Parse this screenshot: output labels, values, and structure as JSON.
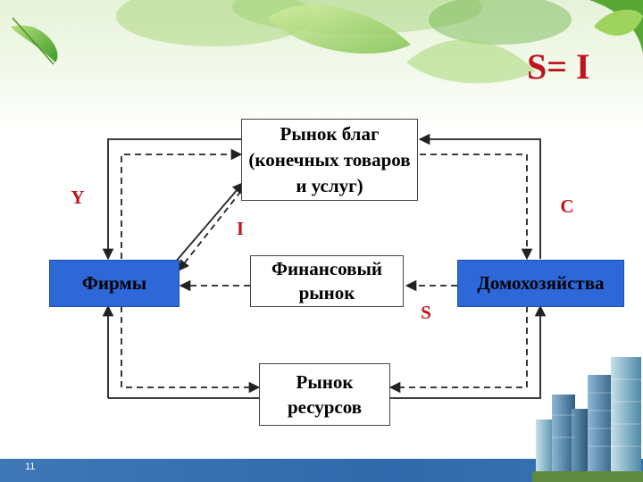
{
  "slide": {
    "formula": "S= I",
    "page_number": "11"
  },
  "diagram": {
    "nodes": {
      "goods_market": "Рынок благ (конечных товаров и услуг)",
      "firms": "Фирмы",
      "financial_market": "Финансовый рынок",
      "households": "Домохозяйства",
      "resource_market": "Рынок ресурсов"
    },
    "labels": {
      "y": "Y",
      "c": "C",
      "i": "I",
      "s": "S"
    }
  },
  "colors": {
    "accent_red": "#c0131d",
    "box_blue": "#2d67d8",
    "bar_blue": "#2f6aac",
    "line": "#222222"
  },
  "icons": [
    "leaf-decoration",
    "city-buildings-decoration"
  ]
}
